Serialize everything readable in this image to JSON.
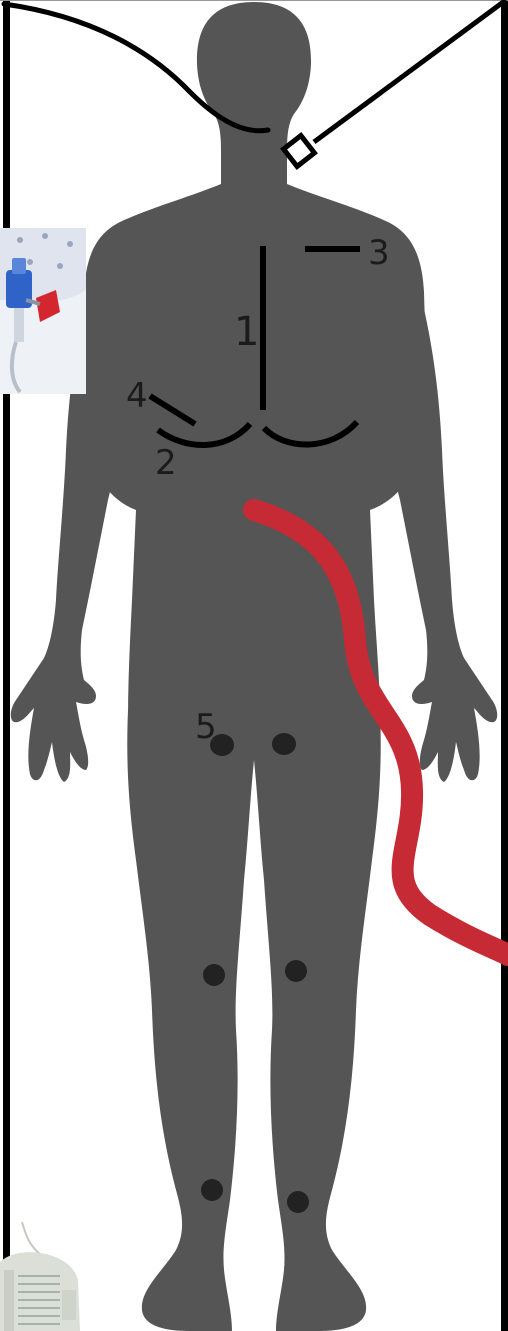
{
  "labels": {
    "one": "1",
    "two": "2",
    "three": "3",
    "four": "4",
    "five": "5"
  },
  "colors": {
    "body": "#555555",
    "lines": "#000000",
    "drain_tube": "#c62a35",
    "electrodes": "#222222",
    "background": "#ffffff"
  },
  "images": {
    "top_left": "iv-connector-photo",
    "bottom_left": "urine-bag-photo"
  }
}
